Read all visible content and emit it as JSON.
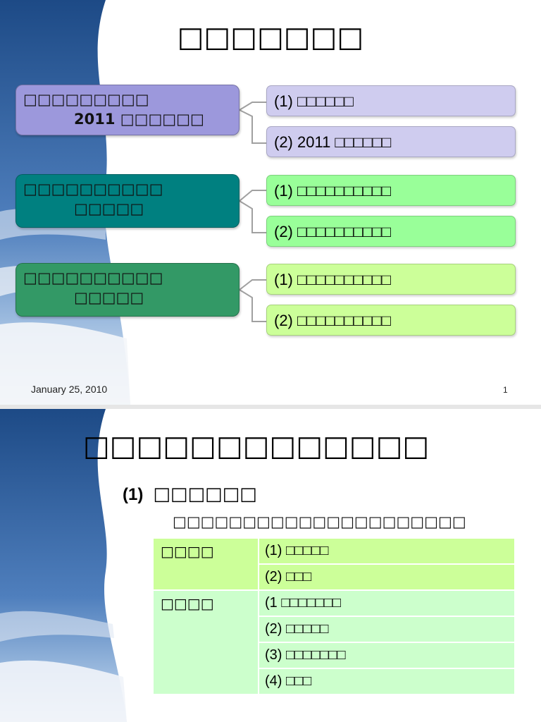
{
  "slide1": {
    "title": "□□□□□□□",
    "groups": [
      {
        "line1": "□□□□□□□□□",
        "line2": "2011 □□□□□□",
        "color": "#9c98dc",
        "items": [
          "(1)  □□□□□□",
          "(2) 2011 □□□□□□"
        ],
        "item_color": "#cfccef"
      },
      {
        "line1": "□□□□□□□□□□",
        "line2": "□□□□□",
        "color": "#008080",
        "items": [
          "(1) □□□□□□□□□□",
          "(2) □□□□□□□□□□"
        ],
        "item_color": "#99ff99"
      },
      {
        "line1": "□□□□□□□□□□",
        "line2": "□□□□□",
        "color": "#339966",
        "items": [
          "(1) □□□□□□□□□□",
          "(2) □□□□□□□□□□"
        ],
        "item_color": "#ccff99"
      }
    ],
    "footer_date": "January 25, 2010",
    "page_number": "1"
  },
  "slide2": {
    "title": "□□□□□□□□□□□□□",
    "sub_heading_num": "(1)",
    "sub_heading_text": "□□□□□□",
    "description": "□□□□□□□□□□□□□□□□□□□□□",
    "table": [
      {
        "header": "□□□□",
        "color": "#ccff99",
        "items": [
          "(1)  □□□□□",
          "(2)  □□□"
        ]
      },
      {
        "header": "□□□□",
        "color": "#ccffcc",
        "items": [
          "(1 □□□□□□□",
          "(2)  □□□□□",
          "(3)  □□□□□□□",
          "(4)  □□□"
        ]
      }
    ]
  },
  "colors": {
    "sky_dark": "#1d4a86",
    "sky_light": "#6f9bcf",
    "cloud": "#eef2f7"
  }
}
